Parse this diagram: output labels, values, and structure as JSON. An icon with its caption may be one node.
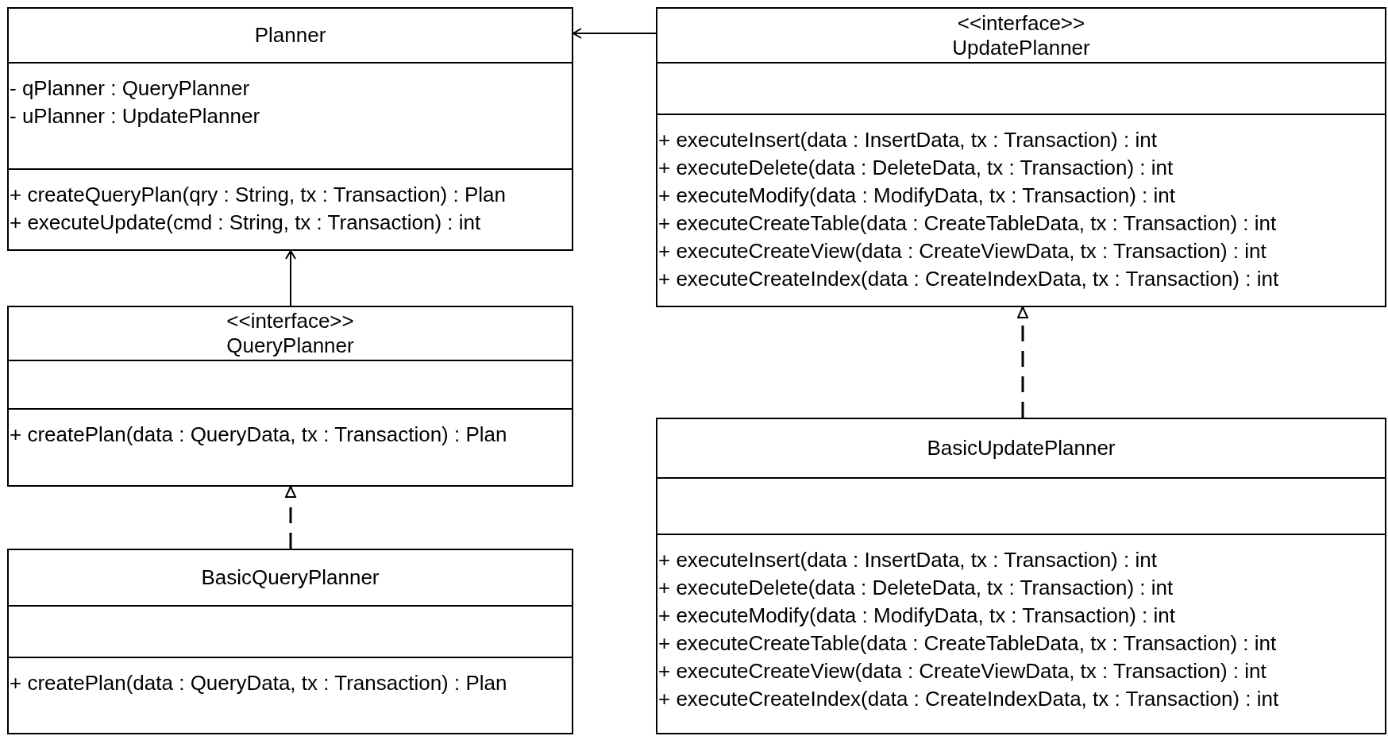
{
  "diagram": {
    "nodes": [
      {
        "text": [
          "Planner"
        ]
      },
      {
        "text": [
          "- qPlanner : QueryPlanner",
          "- uPlanner : UpdatePlanner"
        ],
        "in": 0
      },
      {
        "text": [
          "+ createQueryPlan(qry : String, tx : Transaction) : Plan",
          "+ executeUpdate(cmd : String, tx : Transaction) : int"
        ],
        "in": 0
      },
      {
        "text": [
          "<<interface>>",
          "UpdatePlanner"
        ]
      },
      {
        "text": [],
        "shape": "box",
        "in": 3
      },
      {
        "text": [
          "+ executeInsert(data : InsertData, tx : Transaction) : int",
          "+ executeDelete(data : DeleteData, tx : Transaction) : int",
          "+ executeModify(data : ModifyData, tx : Transaction) : int",
          "+ executeCreateTable(data : CreateTableData, tx : Transaction) : int",
          "+ executeCreateView(data : CreateViewData, tx : Transaction) : int",
          "+ executeCreateIndex(data : CreateIndexData, tx : Transaction) : int"
        ],
        "in": 3
      },
      {
        "text": [
          "<<interface>>",
          "QueryPlanner"
        ]
      },
      {
        "text": [],
        "shape": "box",
        "in": 6
      },
      {
        "text": [
          "+ createPlan(data : QueryData, tx : Transaction) : Plan"
        ],
        "in": 6
      },
      {
        "text": [
          "BasicUpdatePlanner"
        ]
      },
      {
        "text": [],
        "shape": "box",
        "in": 9
      },
      {
        "text": [
          "+ executeInsert(data : InsertData, tx : Transaction) : int",
          "+ executeDelete(data : DeleteData, tx : Transaction) : int",
          "+ executeModify(data : ModifyData, tx : Transaction) : int",
          "+ executeCreateTable(data : CreateTableData, tx : Transaction) : int",
          "+ executeCreateView(data : CreateViewData, tx : Transaction) : int",
          "+ executeCreateIndex(data : CreateIndexData, tx : Transaction) : int"
        ],
        "in": 9
      },
      {
        "text": [
          "BasicQueryPlanner"
        ]
      },
      {
        "text": [],
        "shape": "box",
        "in": 12
      },
      {
        "text": [
          "+ createPlan(data : QueryData, tx : Transaction) : Plan"
        ],
        "in": 12
      }
    ],
    "edges": [
      {
        "from": 3,
        "to": 0,
        "arrow": "to"
      },
      {
        "from": 6,
        "to": 0,
        "arrow": "to"
      },
      {
        "from": 9,
        "to": 3,
        "arrow": "to",
        "style": "dashed"
      },
      {
        "from": 12,
        "to": 6,
        "arrow": "to",
        "style": "dashed"
      }
    ]
  }
}
